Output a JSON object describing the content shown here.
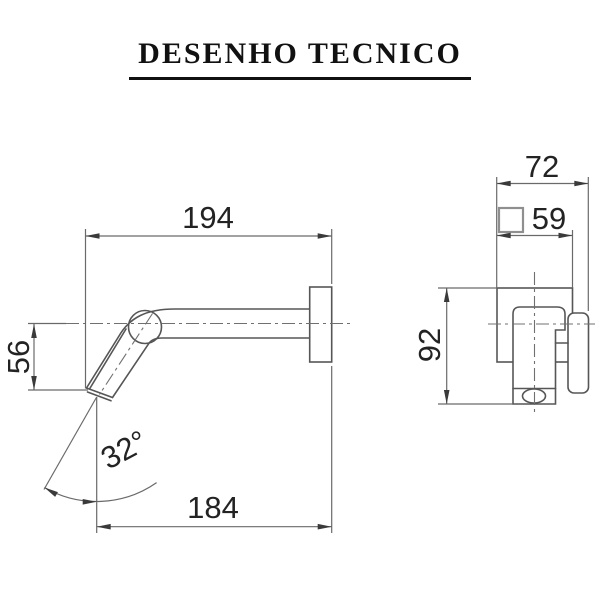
{
  "title": "DESENHO TECNICO",
  "side_view": {
    "dim_width_total": "194",
    "dim_drop": "56",
    "dim_angle": "32°",
    "dim_width_outlet": "184"
  },
  "front_view": {
    "dim_depth_total": "72",
    "dim_plate_size": "59",
    "dim_height": "92",
    "plate_symbol": "square-section-symbol"
  },
  "colors": {
    "background": "#ffffff",
    "geometry_line": "#565656",
    "dimension_line": "#6a6a6a",
    "dimension_text": "#232323",
    "title_text": "#111111",
    "symbol": "#8f8f8f"
  }
}
